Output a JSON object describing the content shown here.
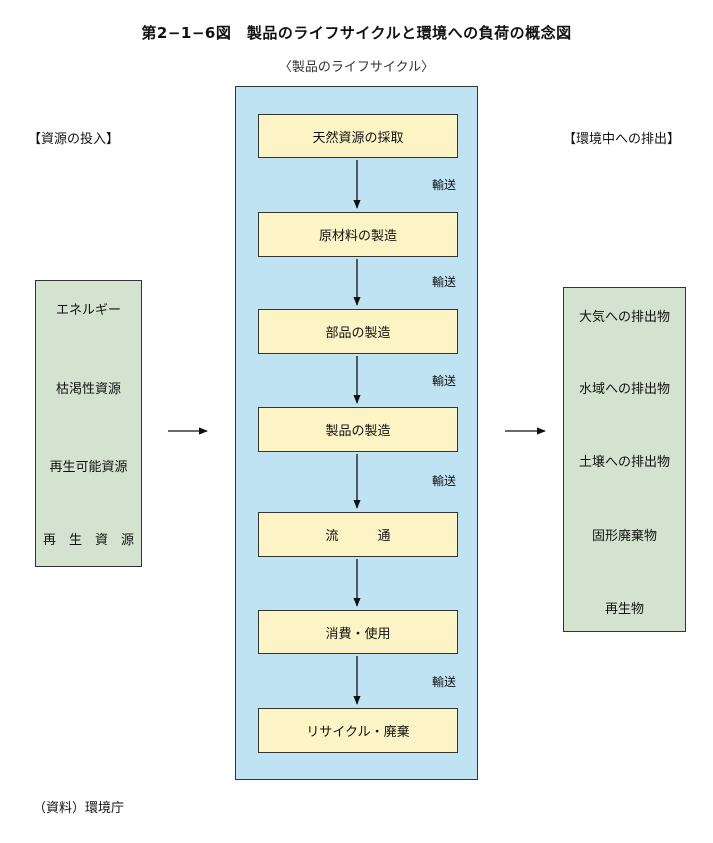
{
  "title": "第2−1−6図　製品のライフサイクルと環境への負荷の概念図",
  "subtitle": "〈製品のライフサイクル〉",
  "resource_input": {
    "heading": "【資源の投入】",
    "items": [
      "エネルギー",
      "枯渇性資源",
      "再生可能資源",
      "再　生　資　源"
    ]
  },
  "lifecycle": {
    "steps": [
      "天然資源の採取",
      "原材料の製造",
      "部品の製造",
      "製品の製造",
      "流　　　通",
      "消費・使用",
      "リサイクル・廃棄"
    ],
    "transport_label": "輸送",
    "transport_after_steps": [
      0,
      1,
      2,
      3,
      5
    ]
  },
  "emissions": {
    "heading": "【環境中への排出】",
    "items": [
      "大気への排出物",
      "水域への排出物",
      "土壌への排出物",
      "固形廃棄物",
      "再生物"
    ]
  },
  "source": "（資料）環境庁",
  "colors": {
    "green_panel": "#d4e3cf",
    "blue_panel": "#bfe3f3",
    "step_box": "#fdf4c5"
  }
}
